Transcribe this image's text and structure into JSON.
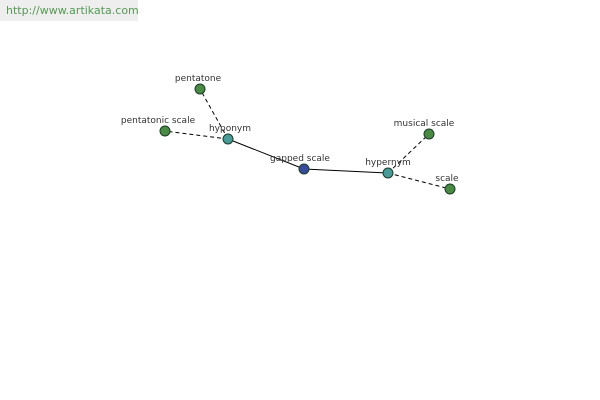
{
  "banner": {
    "url": "http://www.artikata.com"
  },
  "colors": {
    "center_node": "#3a4a9a",
    "relation_node": "#4a9a98",
    "leaf_node": "#4a8a44",
    "node_stroke": "#1d3b2a",
    "edge": "#000000",
    "banner_bg": "#eeeeee",
    "banner_text": "#559955"
  },
  "graph": {
    "nodes": [
      {
        "id": "gapped-scale",
        "label": "gapped scale",
        "kind": "center"
      },
      {
        "id": "hyponym",
        "label": "hyponym",
        "kind": "relation"
      },
      {
        "id": "hypernym",
        "label": "hypernym",
        "kind": "relation"
      },
      {
        "id": "pentatone",
        "label": "pentatone",
        "kind": "leaf"
      },
      {
        "id": "pentatonic-scale",
        "label": "pentatonic scale",
        "kind": "leaf"
      },
      {
        "id": "musical-scale",
        "label": "musical scale",
        "kind": "leaf"
      },
      {
        "id": "scale",
        "label": "scale",
        "kind": "leaf"
      }
    ],
    "edges": [
      {
        "from": "gapped-scale",
        "to": "hyponym",
        "style": "solid"
      },
      {
        "from": "gapped-scale",
        "to": "hypernym",
        "style": "solid"
      },
      {
        "from": "hyponym",
        "to": "pentatone",
        "style": "dashed"
      },
      {
        "from": "hyponym",
        "to": "pentatonic-scale",
        "style": "dashed"
      },
      {
        "from": "hypernym",
        "to": "musical-scale",
        "style": "dashed"
      },
      {
        "from": "hypernym",
        "to": "scale",
        "style": "dashed"
      }
    ]
  }
}
